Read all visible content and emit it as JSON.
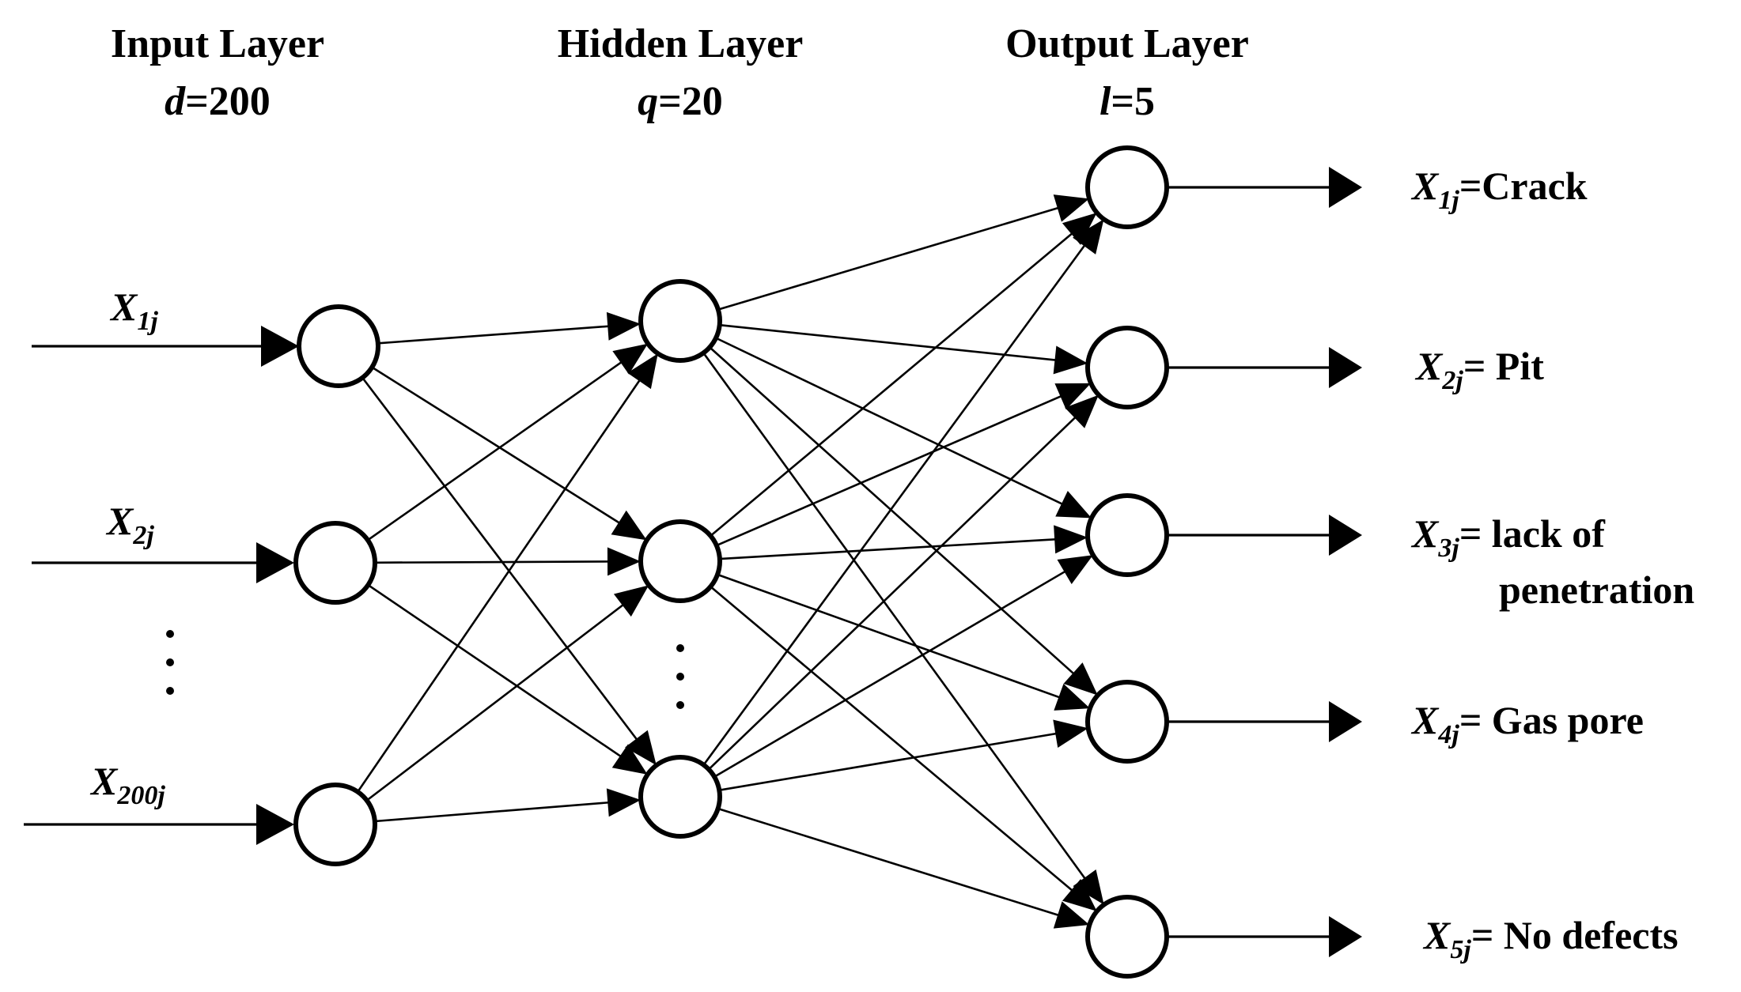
{
  "layers": {
    "input": {
      "title": "Input Layer",
      "param_symbol": "d",
      "param_value": "=200"
    },
    "hidden": {
      "title": "Hidden Layer",
      "param_symbol": "q",
      "param_value": "=20"
    },
    "output": {
      "title": "Output Layer",
      "param_symbol": "l",
      "param_value": "=5"
    }
  },
  "inputs": [
    {
      "var": "X",
      "sub": "1j"
    },
    {
      "var": "X",
      "sub": "2j"
    },
    {
      "var": "X",
      "sub": "200j"
    }
  ],
  "outputs": [
    {
      "var": "X",
      "sub": "1j",
      "text": "=Crack"
    },
    {
      "var": "X",
      "sub": "2j",
      "text": "= Pit"
    },
    {
      "var": "X",
      "sub": "3j",
      "text": "= lack of",
      "text2": "penetration"
    },
    {
      "var": "X",
      "sub": "4j",
      "text": "= Gas pore"
    },
    {
      "var": "X",
      "sub": "5j",
      "text": "= No defects"
    }
  ]
}
